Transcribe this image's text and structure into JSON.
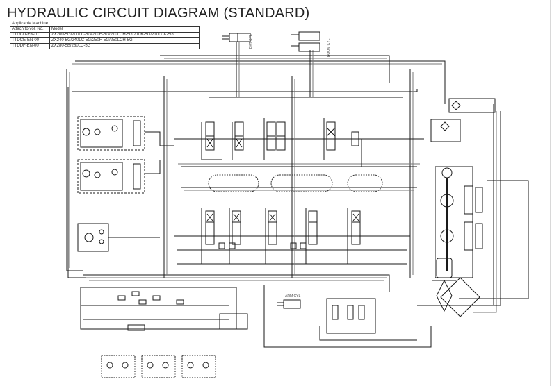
{
  "title": "HYDRAULIC CIRCUIT DIAGRAM (STANDARD)",
  "applicable_machine": {
    "label": "Applicable Machine",
    "headers": [
      "Attach to vol. No.",
      "Model"
    ],
    "rows": [
      {
        "vol": "TTDCD-EN-01",
        "model": "ZX200-5G/200LC-5G/210H-5G/210LCH-5G/210K-5G/210LCK-5G"
      },
      {
        "vol": "TTDCE-EN-00",
        "model": "ZX240-5G/240LC-5G/250H-5G/250LCH-5G"
      },
      {
        "vol": "TTDDF-EN-00",
        "model": "ZX280-5B/280LC-5G"
      }
    ]
  },
  "components": {
    "bucket_cylinder": "BKT CYL",
    "boom_cylinder": "BOOM CYL",
    "arm_cylinder": "ARM CYL"
  },
  "diagram": {
    "line_color": "#1a1a1a",
    "dashed_color": "#555555"
  }
}
